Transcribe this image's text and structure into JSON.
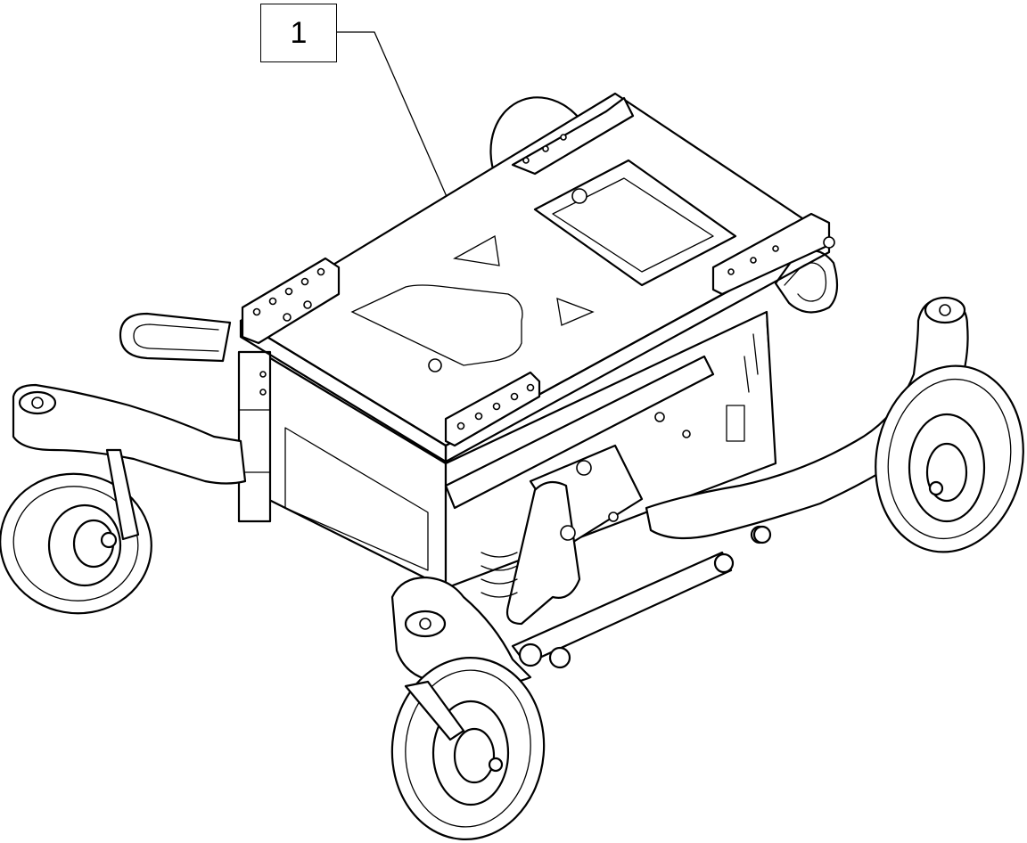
{
  "callout": {
    "label": "1"
  },
  "icons": {
    "assembly": "power-base-frame-drawing",
    "leader": "leader-arrow"
  }
}
